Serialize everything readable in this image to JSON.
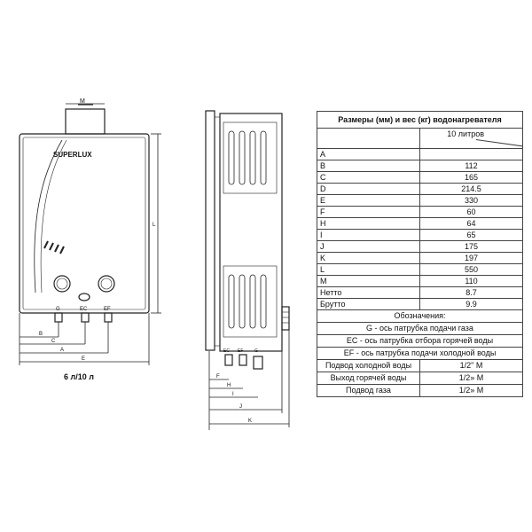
{
  "front_view": {
    "top_label": "M",
    "brand": "SUPERLUX",
    "fitting_g": "G",
    "fitting_ec": "EC",
    "fitting_ef": "EF",
    "dim_b": "B",
    "dim_c": "C",
    "dim_a": "A",
    "dim_e": "E",
    "dim_l": "L",
    "model_caption": "6 л/10 л"
  },
  "side_view": {
    "fitting_ec": "EC",
    "fitting_ef": "EF",
    "fitting_g": "G",
    "dim_f": "F",
    "dim_h": "H",
    "dim_i": "I",
    "dim_j": "J",
    "dim_k": "K"
  },
  "spec_table": {
    "title": "Размеры (мм) и вес (кг) водонагревателя",
    "column_header": "10 литров",
    "rows": [
      {
        "key": "A",
        "value": ""
      },
      {
        "key": "B",
        "value": "112"
      },
      {
        "key": "C",
        "value": "165"
      },
      {
        "key": "D",
        "value": "214.5"
      },
      {
        "key": "E",
        "value": "330"
      },
      {
        "key": "F",
        "value": "60"
      },
      {
        "key": "H",
        "value": "64"
      },
      {
        "key": "I",
        "value": "65"
      },
      {
        "key": "J",
        "value": "175"
      },
      {
        "key": "K",
        "value": "197"
      },
      {
        "key": "L",
        "value": "550"
      },
      {
        "key": "M",
        "value": "110"
      },
      {
        "key": "Нетто",
        "value": "8.7"
      },
      {
        "key": "Брутто",
        "value": "9.9"
      }
    ],
    "legend_title": "Обозначения:",
    "legend": [
      "G - ось патрубка подачи газа",
      "EC - ось патрубка отбора горячей воды",
      "EF - ось патрубка подачи холодной воды"
    ],
    "connections": [
      {
        "label": "Подвод холодной воды",
        "value": "1/2\" M"
      },
      {
        "label": "Выход горячей воды",
        "value": "1/2» M"
      },
      {
        "label": "Подвод газа",
        "value": "1/2» M"
      }
    ]
  }
}
